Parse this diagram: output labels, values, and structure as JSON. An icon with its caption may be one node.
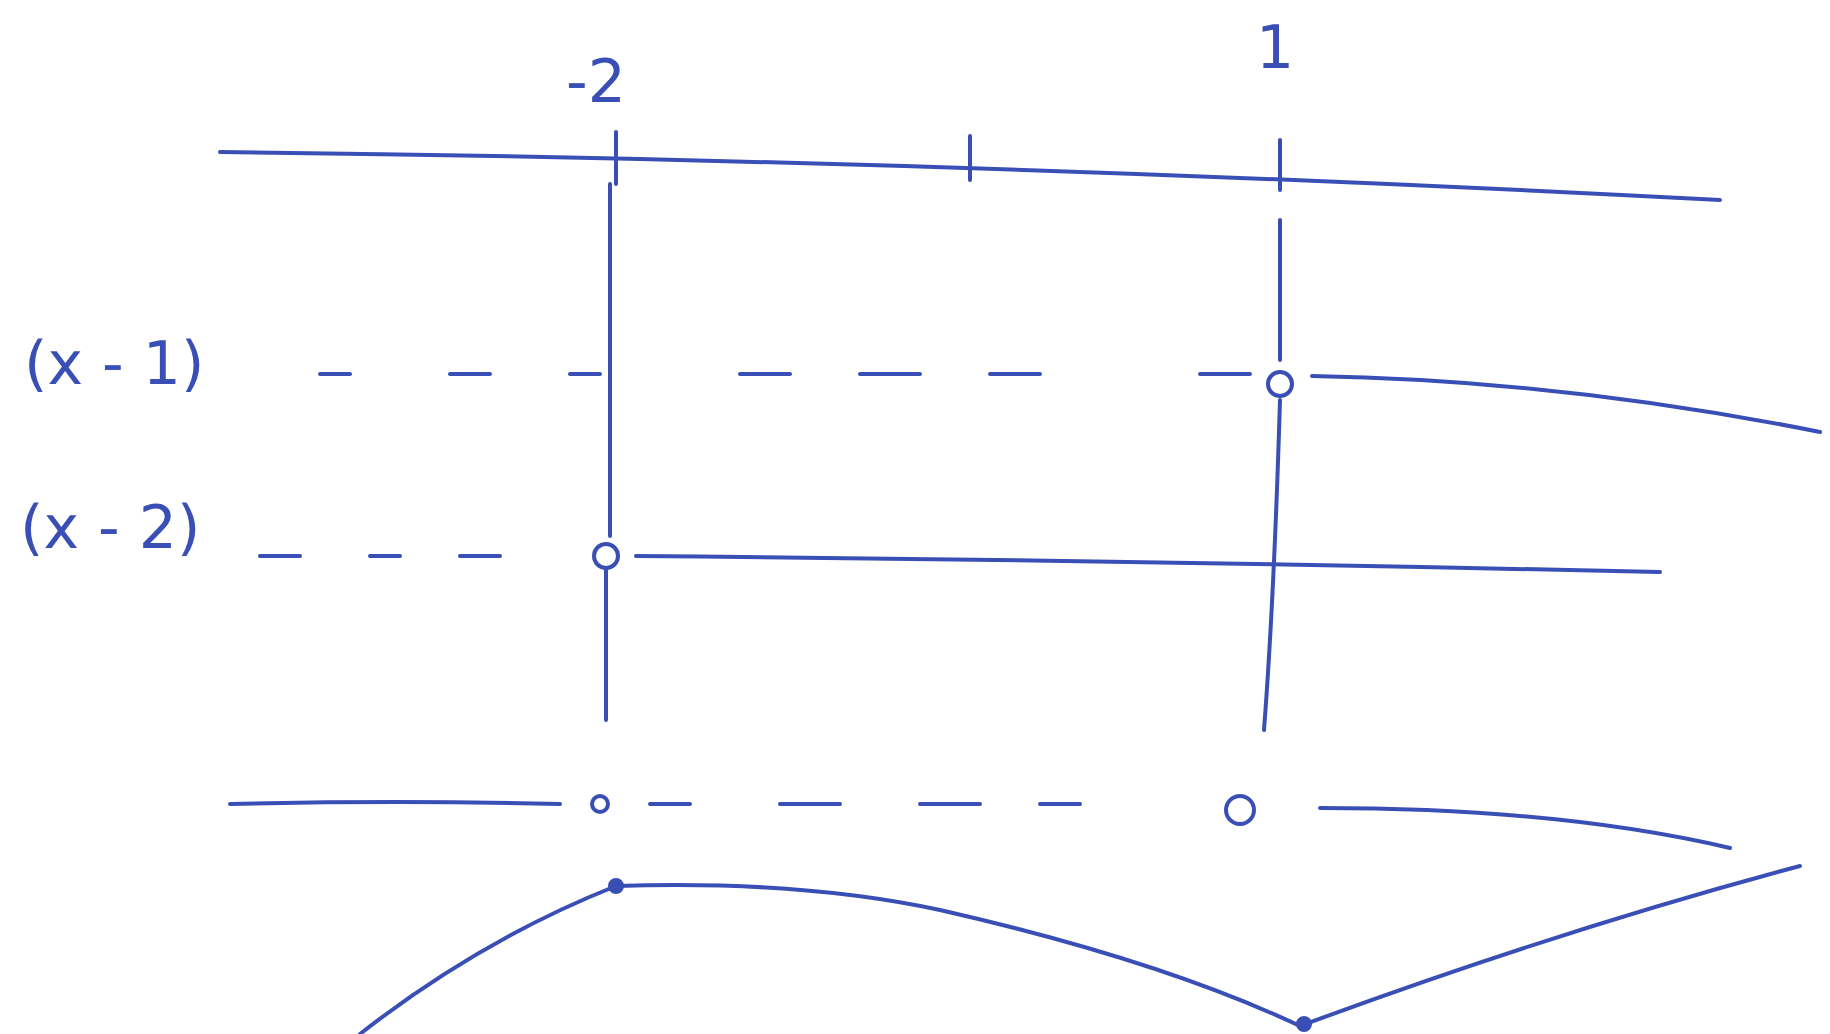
{
  "diagram": {
    "labels": [
      "-2",
      "1",
      "(x - 1)",
      "(x - 2)"
    ]
  }
}
